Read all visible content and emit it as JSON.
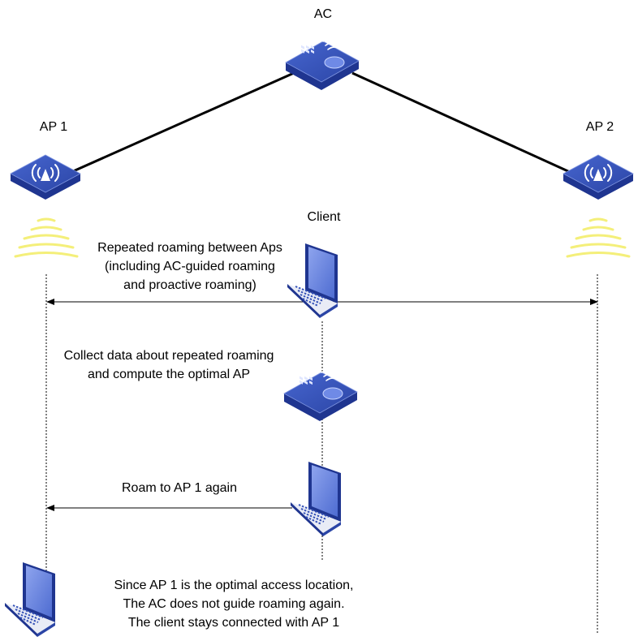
{
  "nodes": {
    "ac": "AC",
    "ap1": "AP 1",
    "ap2": "AP 2",
    "client": "Client"
  },
  "notes": {
    "roam_line1": "Repeated roaming between Aps",
    "roam_line2": "(including AC-guided roaming",
    "roam_line3": "and proactive roaming)",
    "collect_line1": "Collect data about repeated roaming",
    "collect_line2": "and compute the optimal AP",
    "roam_again": "Roam to AP 1 again",
    "final_line1": "Since AP 1 is the optimal access location,",
    "final_line2": "The AC does not guide roaming again.",
    "final_line3": "The client stays connected with AP 1"
  },
  "colors": {
    "device_top": "#3552b8",
    "device_side": "#1f3590",
    "screen": "#6c87e0",
    "signal": "#f4ef7a"
  }
}
